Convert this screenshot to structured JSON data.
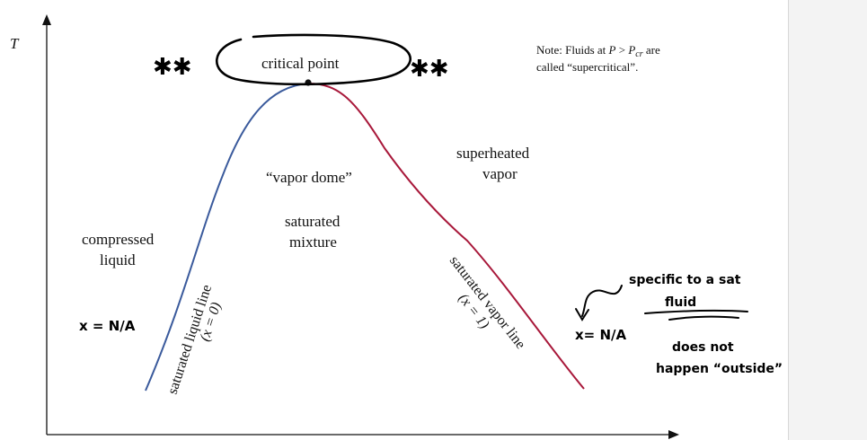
{
  "axes": {
    "y_label": "T"
  },
  "labels": {
    "critical_point": "critical point",
    "note_line1_prefix": "Note: Fluids at ",
    "note_math_P": "P",
    "note_math_gt": " > ",
    "note_math_Pcr_base": "P",
    "note_math_Pcr_sub": "cr",
    "note_line1_suffix": " are",
    "note_line2": "called “supercritical”.",
    "vapor_dome": "“vapor dome”",
    "saturated_mixture_line1": "saturated",
    "saturated_mixture_line2": "mixture",
    "superheated_line1": "superheated",
    "superheated_line2": "vapor",
    "compressed_line1": "compressed",
    "compressed_line2": "liquid",
    "sat_liquid_line": "saturated liquid line",
    "sat_liquid_quality": "(x = 0)",
    "sat_vapor_line": "saturated vapor line",
    "sat_vapor_quality": "(x = 1)"
  },
  "annotations": {
    "stars_left": "✱✱",
    "stars_right": "✱✱",
    "x_na_left": "x = N/A",
    "x_na_right": "x= N/A",
    "specific_line1": "specific to a sat",
    "specific_line2": "fluid",
    "does_not_line1": "does not",
    "does_not_line2": "happen “outside”"
  },
  "colors": {
    "liquid_line": "#3a5a9c",
    "vapor_line": "#a8183a",
    "ink": "#111111",
    "margin": "#f3f3f3"
  }
}
